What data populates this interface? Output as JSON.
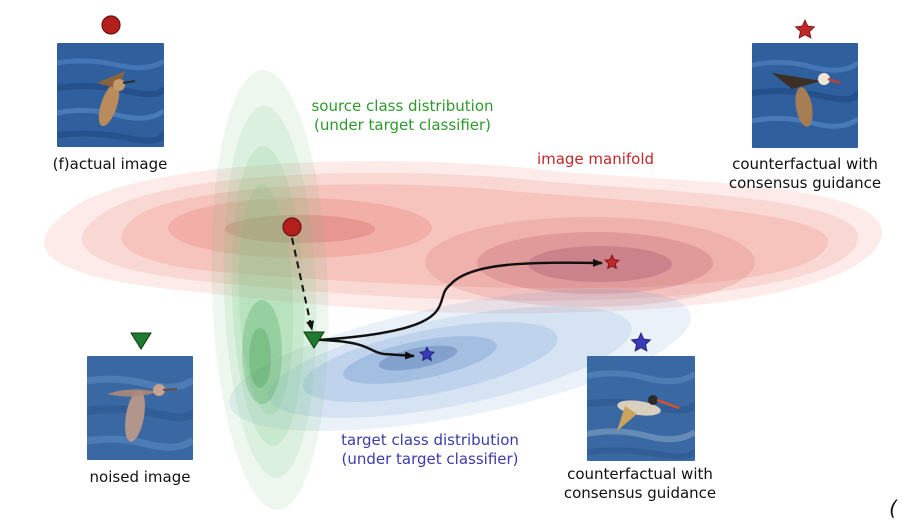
{
  "labels": {
    "source_line1": "source class distribution",
    "source_line2": "(under target classifier)",
    "manifold": "image manifold",
    "target_line1": "target class distribution",
    "target_line2": "(under target classifier)",
    "factual": "(f)actual image",
    "noised": "noised image",
    "cf_top_line1": "counterfactual with",
    "cf_top_line2": "consensus guidance",
    "cf_bottom_line1": "counterfactual with",
    "cf_bottom_line2": "consensus guidance",
    "corner_mark": "("
  },
  "colors": {
    "source": "#2e9a2e",
    "manifold": "#c0282a",
    "target": "#3c3ca8",
    "factual_marker": "#b3201c",
    "noised_marker": "#1f7a2e",
    "cf_top_marker": "#c0282a",
    "cf_bottom_marker": "#3a3ab5",
    "arrow": "#111111"
  },
  "icons": {
    "factual": "circle-marker",
    "noised": "triangle-marker",
    "cf_top": "red-star-marker",
    "cf_bottom": "blue-star-marker"
  }
}
